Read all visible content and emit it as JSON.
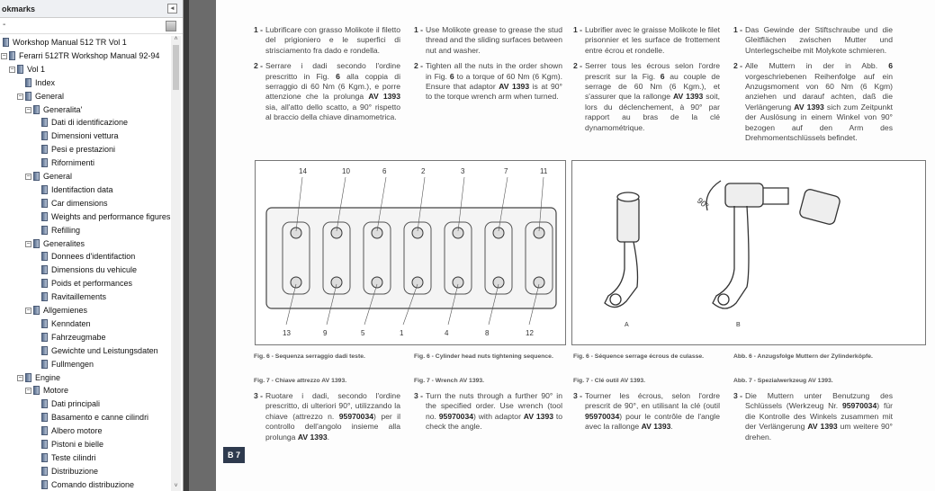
{
  "sidebar": {
    "title": "okmarks",
    "tools_label": "-",
    "items": [
      {
        "label": "Workshop Manual 512 TR Vol 1",
        "level": 0,
        "expander": ""
      },
      {
        "label": "Ferarri 512TR  Workshop Manual 92-94",
        "level": 0,
        "expander": "-"
      },
      {
        "label": "Vol 1",
        "level": 1,
        "expander": "-"
      },
      {
        "label": "Index",
        "level": 2,
        "expander": ""
      },
      {
        "label": "General",
        "level": 2,
        "expander": "-"
      },
      {
        "label": "Generalita'",
        "level": 3,
        "expander": "-"
      },
      {
        "label": "Dati di identificazione",
        "level": 4,
        "expander": ""
      },
      {
        "label": "Dimensioni vettura",
        "level": 4,
        "expander": ""
      },
      {
        "label": "Pesi e prestazioni",
        "level": 4,
        "expander": ""
      },
      {
        "label": "Rifornimenti",
        "level": 4,
        "expander": ""
      },
      {
        "label": "General",
        "level": 3,
        "expander": "-"
      },
      {
        "label": "Identifaction data",
        "level": 4,
        "expander": ""
      },
      {
        "label": "Car dimensions",
        "level": 4,
        "expander": ""
      },
      {
        "label": "Weights and performance figures",
        "level": 4,
        "expander": ""
      },
      {
        "label": "Refilling",
        "level": 4,
        "expander": ""
      },
      {
        "label": "Generalites",
        "level": 3,
        "expander": "-"
      },
      {
        "label": "Donnees d'identifaction",
        "level": 4,
        "expander": ""
      },
      {
        "label": "Dimensions du vehicule",
        "level": 4,
        "expander": ""
      },
      {
        "label": "Poids et performances",
        "level": 4,
        "expander": ""
      },
      {
        "label": "Ravitaillements",
        "level": 4,
        "expander": ""
      },
      {
        "label": "Allgemienes",
        "level": 3,
        "expander": "-"
      },
      {
        "label": "Kenndaten",
        "level": 4,
        "expander": ""
      },
      {
        "label": "Fahrzeugmabe",
        "level": 4,
        "expander": ""
      },
      {
        "label": "Gewichte und Leistungsdaten",
        "level": 4,
        "expander": ""
      },
      {
        "label": "Fullmengen",
        "level": 4,
        "expander": ""
      },
      {
        "label": "Engine",
        "level": 2,
        "expander": "-"
      },
      {
        "label": "Motore",
        "level": 3,
        "expander": "-"
      },
      {
        "label": "Dati principali",
        "level": 4,
        "expander": ""
      },
      {
        "label": "Basamento e canne cilindri",
        "level": 4,
        "expander": ""
      },
      {
        "label": "Albero motore",
        "level": 4,
        "expander": ""
      },
      {
        "label": "Pistoni e bielle",
        "level": 4,
        "expander": ""
      },
      {
        "label": "Teste cilindri",
        "level": 4,
        "expander": ""
      },
      {
        "label": "Distribuzione",
        "level": 4,
        "expander": ""
      },
      {
        "label": "Comando distribuzione",
        "level": 4,
        "expander": ""
      }
    ]
  },
  "page": {
    "number": "B 7",
    "columns": [
      {
        "top": [
          {
            "n": "1",
            "html": "Lubrificare con grasso Molikote il filetto del prigioniero e le superfici di strisciamento fra dado e rondella."
          },
          {
            "n": "2",
            "html": "Serrare i dadi secondo l'ordine prescritto in Fig. <b>6</b> alla coppia di serraggio di 60 Nm (6 Kgm.), e porre attenzione che la prolunga <b>AV 1393</b> sia, all'atto dello scatto, a 90° rispetto al braccio della chiave dinamometrica."
          }
        ],
        "cap6": "Fig. 6 - Sequenza serraggio dadi teste.",
        "cap7": "Fig. 7 - Chiave attrezzo AV 1393.",
        "bottom": [
          {
            "n": "3",
            "html": "Ruotare i dadi, secondo l'ordine prescritto, di ulteriori 90°, utilizzando la chiave (attrezzo n. <b>95970034</b>) per il controllo dell'angolo insieme alla prolunga <b>AV 1393</b>."
          }
        ]
      },
      {
        "top": [
          {
            "n": "1",
            "html": "Use Molikote grease to grease the stud thread and the sliding surfaces between nut and washer."
          },
          {
            "n": "2",
            "html": "Tighten all the nuts in the order shown in Fig. <b>6</b> to a torque of 60 Nm (6 Kgm). Ensure that adaptor <b>AV 1393</b> is at 90° to the torque wrench arm when turned."
          }
        ],
        "cap6": "Fig. 6 - Cylinder head nuts tightening sequence.",
        "cap7": "Fig. 7 - Wrench AV 1393.",
        "bottom": [
          {
            "n": "3",
            "html": "Turn the nuts through a further 90° in the specified order. Use wrench (tool no. <b>95970034</b>) with adaptor <b>AV 1393</b> to check the angle."
          }
        ]
      },
      {
        "top": [
          {
            "n": "1",
            "html": "Lubrifier avec le graisse Molikote le filet prisonnier et les surface de frottement entre écrou et rondelle."
          },
          {
            "n": "2",
            "html": "Serrer tous les écrous selon l'ordre prescrit sur la Fig. <b>6</b> au couple de serrage de 60 Nm (6 Kgm.), et s'assurer que la rallonge <b>AV 1393</b> soit, lors du déclenchement, à 90° par rapport au bras de la clé dynamométrique."
          }
        ],
        "cap6": "Fig. 6 - Séquence serrage écrous de culasse.",
        "cap7": "Fig. 7 - Clé outil AV 1393.",
        "bottom": [
          {
            "n": "3",
            "html": "Tourner les écrous, selon l'ordre prescrit de 90°, en utilisant la clé (outil <b>95970034</b>) pour le contrôle de l'angle avec la rallonge <b>AV 1393</b>."
          }
        ]
      },
      {
        "top": [
          {
            "n": "1",
            "html": "Das Gewinde der Stiftschraube und die Gleitflächen zwischen Mutter und Unterlegscheibe mit Molykote schmieren."
          },
          {
            "n": "2",
            "html": "Alle Muttern in der in Abb. <b>6</b> vorgeschriebenen Reihenfolge auf ein Anzugsmoment von 60 Nm (6 Kgm) anziehen und darauf achten, daß die Verlängerung <b>AV 1393</b> sich zum Zeitpunkt der Auslösung in einem Winkel von 90° bezogen auf den Arm des Drehmomentschlüssels befindet."
          }
        ],
        "cap6": "Abb. 6 - Anzugsfolge Muttern der Zylinderköpfe.",
        "cap7": "Abb. 7 - Spezialwerkzeug AV 1393.",
        "bottom": [
          {
            "n": "3",
            "html": "Die Muttern unter Benutzung des Schlüssels (Werkzeug Nr. <b>95970034</b>) für die Kontrolle des Winkels zusammen mit der Verlängerung <b>AV 1393</b> um weitere 90° drehen."
          }
        ]
      }
    ],
    "fig6": {
      "top_labels": [
        "14",
        "10",
        "6",
        "2",
        "3",
        "7",
        "11"
      ],
      "bottom_labels": [
        "13",
        "9",
        "5",
        "1",
        "4",
        "8",
        "12"
      ]
    },
    "fig7": {
      "labels": [
        "A",
        "B"
      ],
      "angle": "90°"
    }
  }
}
